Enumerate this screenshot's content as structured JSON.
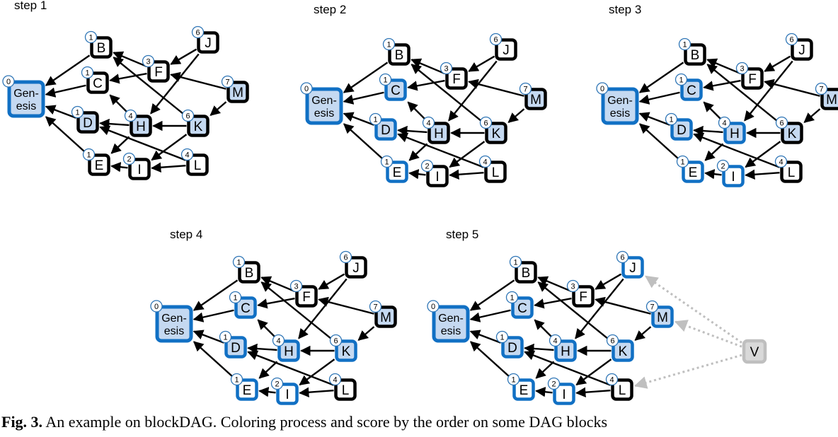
{
  "steps": [
    {
      "title": "step 1",
      "colored": [
        "Genesis"
      ],
      "filled": [
        "Genesis",
        "D",
        "H",
        "K",
        "M"
      ],
      "virtual": false
    },
    {
      "title": "step 2",
      "colored": [
        "Genesis",
        "C",
        "D",
        "E"
      ],
      "filled": [
        "Genesis",
        "C",
        "D",
        "H",
        "K",
        "M"
      ],
      "virtual": false
    },
    {
      "title": "step 3",
      "colored": [
        "Genesis",
        "C",
        "D",
        "E",
        "H",
        "I"
      ],
      "filled": [
        "Genesis",
        "C",
        "D",
        "H",
        "K",
        "M"
      ],
      "virtual": false
    },
    {
      "title": "step 4",
      "colored": [
        "Genesis",
        "C",
        "D",
        "E",
        "H",
        "I",
        "K"
      ],
      "filled": [
        "Genesis",
        "C",
        "D",
        "H",
        "K",
        "M"
      ],
      "virtual": false
    },
    {
      "title": "step 5",
      "colored": [
        "Genesis",
        "C",
        "D",
        "E",
        "H",
        "I",
        "K",
        "J",
        "M"
      ],
      "filled": [
        "Genesis",
        "C",
        "D",
        "H",
        "K",
        "M"
      ],
      "virtual": true
    }
  ],
  "nodes": [
    {
      "id": "Genesis",
      "label1": "Gen-",
      "label2": "esis",
      "score": "0"
    },
    {
      "id": "B",
      "label1": "B",
      "score": "1"
    },
    {
      "id": "C",
      "label1": "C",
      "score": "1"
    },
    {
      "id": "D",
      "label1": "D",
      "score": "1"
    },
    {
      "id": "E",
      "label1": "E",
      "score": "1"
    },
    {
      "id": "F",
      "label1": "F",
      "score": "3"
    },
    {
      "id": "H",
      "label1": "H",
      "score": "4"
    },
    {
      "id": "I",
      "label1": "I",
      "score": "2"
    },
    {
      "id": "J",
      "label1": "J",
      "score": "6"
    },
    {
      "id": "K",
      "label1": "K",
      "score": "6"
    },
    {
      "id": "L",
      "label1": "L",
      "score": "4"
    },
    {
      "id": "M",
      "label1": "M",
      "score": "7"
    }
  ],
  "edges": [
    [
      "B",
      "Genesis"
    ],
    [
      "C",
      "Genesis"
    ],
    [
      "D",
      "Genesis"
    ],
    [
      "E",
      "Genesis"
    ],
    [
      "F",
      "B"
    ],
    [
      "F",
      "C"
    ],
    [
      "J",
      "F"
    ],
    [
      "J",
      "H"
    ],
    [
      "M",
      "F"
    ],
    [
      "M",
      "K"
    ],
    [
      "H",
      "C"
    ],
    [
      "H",
      "D"
    ],
    [
      "H",
      "E"
    ],
    [
      "K",
      "B"
    ],
    [
      "K",
      "H"
    ],
    [
      "K",
      "I"
    ],
    [
      "I",
      "E"
    ],
    [
      "L",
      "I"
    ],
    [
      "L",
      "D"
    ]
  ],
  "virtual_node": {
    "id": "V",
    "label": "V",
    "targets": [
      "J",
      "M",
      "L"
    ]
  },
  "colors": {
    "blue_border": "#1170c4",
    "blue_fill": "#c5d9f1",
    "black_border": "#000000",
    "virtual_border": "#bfbfbf",
    "virtual_fill": "#d9d9d9",
    "virtual_edge": "#bfbfbf",
    "score_circle": "#2e75b6"
  },
  "caption": {
    "prefix": "Fig. 3.",
    "text": "  An example on blockDAG. Coloring process and score by the order on some DAG blocks"
  }
}
